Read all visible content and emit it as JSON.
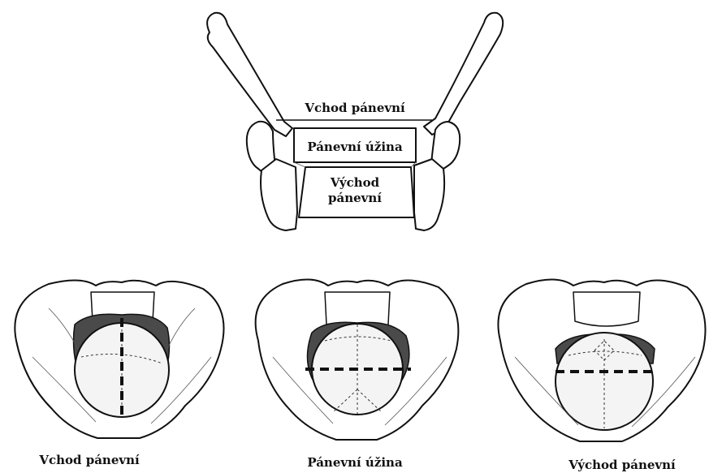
{
  "top_diagram": {
    "label_inlet": "Vchod pánevní",
    "label_narrow": "Pánevní úžina",
    "label_outlet_line1": "Východ",
    "label_outlet_line2": "pánevní"
  },
  "panels": [
    {
      "caption": "Vchod pánevní",
      "dashed_axis": "vertical"
    },
    {
      "caption": "Pánevní úžina",
      "dashed_axis": "horizontal"
    },
    {
      "caption": "Východ pánevní",
      "dashed_axis": "horizontal"
    }
  ]
}
